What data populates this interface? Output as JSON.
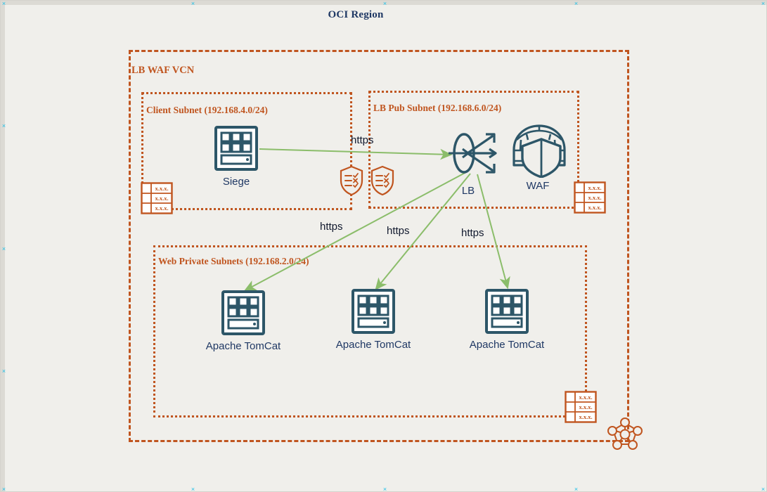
{
  "diagram": {
    "title": "OCI Region",
    "vcn": {
      "label": "LB WAF VCN"
    },
    "subnets": [
      {
        "id": "client",
        "label": "Client Subnet (192.168.4.0/24)"
      },
      {
        "id": "lb-pub",
        "label": "LB Pub Subnet (192.168.6.0/24)"
      },
      {
        "id": "web-private",
        "label": "Web Private Subnets  (192.168.2.0/24)"
      }
    ],
    "nodes": [
      {
        "id": "siege",
        "label": "Siege",
        "icon": "server-icon"
      },
      {
        "id": "lb",
        "label": "LB",
        "icon": "load-balancer-icon"
      },
      {
        "id": "waf",
        "label": "WAF",
        "icon": "firewall-shield-icon"
      },
      {
        "id": "tomcat-1",
        "label": "Apache TomCat",
        "icon": "server-icon"
      },
      {
        "id": "tomcat-2",
        "label": "Apache TomCat",
        "icon": "server-icon"
      },
      {
        "id": "tomcat-3",
        "label": "Apache TomCat",
        "icon": "server-icon"
      }
    ],
    "security_lists": [
      {
        "id": "seclist-client",
        "icon": "security-list-shield-icon"
      },
      {
        "id": "seclist-lbpub",
        "icon": "security-list-shield-icon"
      }
    ],
    "route_tables": [
      {
        "id": "route-table-client",
        "icon": "route-table-icon",
        "rows": [
          "x.x.x.",
          "x.x.x.",
          "x.x.x."
        ]
      },
      {
        "id": "route-table-lbpub",
        "icon": "route-table-icon",
        "rows": [
          "x.x.x.",
          "x.x.x.",
          "x.x.x."
        ]
      },
      {
        "id": "route-table-web",
        "icon": "route-table-icon",
        "rows": [
          "x.x.x.",
          "x.x.x.",
          "x.x.x."
        ]
      }
    ],
    "gateway": {
      "id": "service-gateway",
      "icon": "node-cluster-icon"
    },
    "connections": [
      {
        "id": "siege-to-lb",
        "label": "https",
        "from": "siege",
        "to": "lb"
      },
      {
        "id": "lb-to-tomcat-1",
        "label": "https",
        "from": "lb",
        "to": "tomcat-1"
      },
      {
        "id": "lb-to-tomcat-2",
        "label": "https",
        "from": "lb",
        "to": "tomcat-2"
      },
      {
        "id": "lb-to-tomcat-3",
        "label": "https",
        "from": "lb",
        "to": "tomcat-3"
      }
    ],
    "colors": {
      "background": "#f0efeb",
      "oracle_red": "#c0551f",
      "teal": "#2d5668",
      "navy": "#1f3864",
      "arrow_green": "#8bbd6a"
    }
  }
}
